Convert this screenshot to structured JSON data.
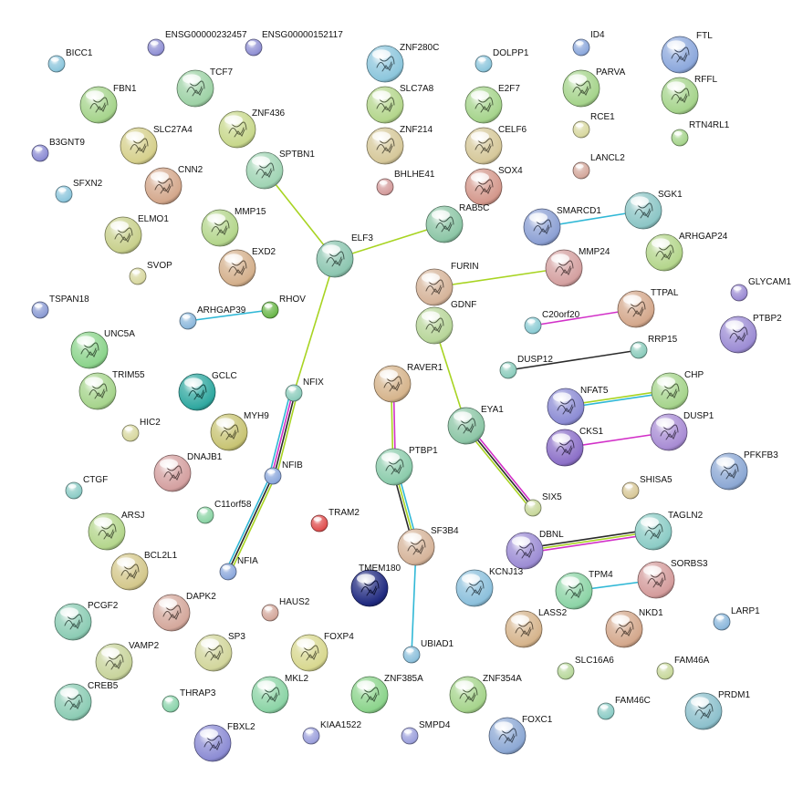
{
  "title": "STRING protein interaction network",
  "edge_colors": {
    "textmining": "#a8d422",
    "coexpression": "#2a2a2a",
    "database": "#30b8d6",
    "experimental": "#d230c8"
  },
  "nodes": [
    {
      "id": "BICC1",
      "label": "BICC1",
      "color": "#8cc6dc",
      "style": "plain"
    },
    {
      "id": "ENSG00000232457",
      "label": "ENSG00000232457",
      "color": "#9090d4",
      "style": "plain"
    },
    {
      "id": "ENSG00000152117",
      "label": "ENSG00000152117",
      "color": "#9090d4",
      "style": "plain"
    },
    {
      "id": "ZNF280C",
      "label": "ZNF280C",
      "color": "#8cc6dc",
      "style": "structure"
    },
    {
      "id": "DOLPP1",
      "label": "DOLPP1",
      "color": "#8cc6dc",
      "style": "plain"
    },
    {
      "id": "ID4",
      "label": "ID4",
      "color": "#8ca8dc",
      "style": "plain"
    },
    {
      "id": "FTL",
      "label": "FTL",
      "color": "#8ca8dc",
      "style": "structure"
    },
    {
      "id": "FBN1",
      "label": "FBN1",
      "color": "#a6d48c",
      "style": "structure"
    },
    {
      "id": "TCF7",
      "label": "TCF7",
      "color": "#9ed2a6",
      "style": "structure"
    },
    {
      "id": "SLC7A8",
      "label": "SLC7A8",
      "color": "#b4d68c",
      "style": "structure"
    },
    {
      "id": "E2F7",
      "label": "E2F7",
      "color": "#a6d48c",
      "style": "structure"
    },
    {
      "id": "PARVA",
      "label": "PARVA",
      "color": "#a6d48c",
      "style": "structure"
    },
    {
      "id": "RFFL",
      "label": "RFFL",
      "color": "#a6d48c",
      "style": "structure"
    },
    {
      "id": "B3GNT9",
      "label": "B3GNT9",
      "color": "#8c8cd4",
      "style": "plain"
    },
    {
      "id": "SLC27A4",
      "label": "SLC27A4",
      "color": "#d6d08c",
      "style": "structure"
    },
    {
      "id": "ZNF436",
      "label": "ZNF436",
      "color": "#c8d88c",
      "style": "structure"
    },
    {
      "id": "ZNF214",
      "label": "ZNF214",
      "color": "#d6c89a",
      "style": "structure"
    },
    {
      "id": "CELF6",
      "label": "CELF6",
      "color": "#d6c89a",
      "style": "structure"
    },
    {
      "id": "RCE1",
      "label": "RCE1",
      "color": "#d8d8a0",
      "style": "plain"
    },
    {
      "id": "RTN4RL1",
      "label": "RTN4RL1",
      "color": "#a6d48c",
      "style": "plain"
    },
    {
      "id": "SPTBN1",
      "label": "SPTBN1",
      "color": "#a0d4b4",
      "style": "structure"
    },
    {
      "id": "CNN2",
      "label": "CNN2",
      "color": "#d4a88c",
      "style": "structure"
    },
    {
      "id": "BHLHE41",
      "label": "BHLHE41",
      "color": "#d49c9c",
      "style": "plain"
    },
    {
      "id": "SOX4",
      "label": "SOX4",
      "color": "#d4988c",
      "style": "structure"
    },
    {
      "id": "LANCL2",
      "label": "LANCL2",
      "color": "#d4a89c",
      "style": "plain"
    },
    {
      "id": "SFXN2",
      "label": "SFXN2",
      "color": "#8cc6dc",
      "style": "plain"
    },
    {
      "id": "ELMO1",
      "label": "ELMO1",
      "color": "#c8d08c",
      "style": "structure"
    },
    {
      "id": "MMP15",
      "label": "MMP15",
      "color": "#b4d68c",
      "style": "structure"
    },
    {
      "id": "RAB5C",
      "label": "RAB5C",
      "color": "#8cc6a6",
      "style": "structure"
    },
    {
      "id": "SMARCD1",
      "label": "SMARCD1",
      "color": "#8ca0d4",
      "style": "structure"
    },
    {
      "id": "SGK1",
      "label": "SGK1",
      "color": "#8cc6c6",
      "style": "structure"
    },
    {
      "id": "ELF3",
      "label": "ELF3",
      "color": "#8cc6b0",
      "style": "structure"
    },
    {
      "id": "EXD2",
      "label": "EXD2",
      "color": "#d4b08c",
      "style": "structure"
    },
    {
      "id": "ARHGAP24",
      "label": "ARHGAP24",
      "color": "#b4d68c",
      "style": "structure"
    },
    {
      "id": "SVOP",
      "label": "SVOP",
      "color": "#d8d8a0",
      "style": "plain"
    },
    {
      "id": "FURIN",
      "label": "FURIN",
      "color": "#d6b49a",
      "style": "structure"
    },
    {
      "id": "MMP24",
      "label": "MMP24",
      "color": "#d4a0a0",
      "style": "structure"
    },
    {
      "id": "GLYCAM1",
      "label": "GLYCAM1",
      "color": "#9c8cd4",
      "style": "plain"
    },
    {
      "id": "TSPAN18",
      "label": "TSPAN18",
      "color": "#8c9cd4",
      "style": "plain"
    },
    {
      "id": "ARHGAP39",
      "label": "ARHGAP39",
      "color": "#8cb8dc",
      "style": "plain"
    },
    {
      "id": "RHOV",
      "label": "RHOV",
      "color": "#6cb84c",
      "style": "plain"
    },
    {
      "id": "TTPAL",
      "label": "TTPAL",
      "color": "#d4a88c",
      "style": "structure"
    },
    {
      "id": "C20orf20",
      "label": "C20orf20",
      "color": "#8cccd4",
      "style": "plain"
    },
    {
      "id": "GDNF",
      "label": "GDNF",
      "color": "#b8d69a",
      "style": "structure"
    },
    {
      "id": "PTBP2",
      "label": "PTBP2",
      "color": "#9c8cd4",
      "style": "structure"
    },
    {
      "id": "UNC5A",
      "label": "UNC5A",
      "color": "#8cd48c",
      "style": "structure"
    },
    {
      "id": "RRP15",
      "label": "RRP15",
      "color": "#8cccbc",
      "style": "plain"
    },
    {
      "id": "DUSP12",
      "label": "DUSP12",
      "color": "#8cccbc",
      "style": "plain"
    },
    {
      "id": "RAVER1",
      "label": "RAVER1",
      "color": "#d6b48c",
      "style": "structure"
    },
    {
      "id": "TRIM55",
      "label": "TRIM55",
      "color": "#a6d48c",
      "style": "structure"
    },
    {
      "id": "GCLC",
      "label": "GCLC",
      "color": "#30a8a0",
      "style": "structure"
    },
    {
      "id": "NFIX",
      "label": "NFIX",
      "color": "#8cccbc",
      "style": "plain"
    },
    {
      "id": "NFAT5",
      "label": "NFAT5",
      "color": "#8c8cd4",
      "style": "structure"
    },
    {
      "id": "CHP",
      "label": "CHP",
      "color": "#a6d48c",
      "style": "structure"
    },
    {
      "id": "EYA1",
      "label": "EYA1",
      "color": "#8cc6a6",
      "style": "structure"
    },
    {
      "id": "CKS1",
      "label": "CKS1",
      "color": "#8c70c8",
      "style": "structure"
    },
    {
      "id": "DUSP1",
      "label": "DUSP1",
      "color": "#a88cd4",
      "style": "structure"
    },
    {
      "id": "HIC2",
      "label": "HIC2",
      "color": "#d8d8a0",
      "style": "plain"
    },
    {
      "id": "MYH9",
      "label": "MYH9",
      "color": "#c8c474",
      "style": "structure"
    },
    {
      "id": "DNAJB1",
      "label": "DNAJB1",
      "color": "#d4a0a0",
      "style": "structure"
    },
    {
      "id": "NFIB",
      "label": "NFIB",
      "color": "#8ca8dc",
      "style": "plain"
    },
    {
      "id": "PTBP1",
      "label": "PTBP1",
      "color": "#8cccac",
      "style": "structure"
    },
    {
      "id": "PFKFB3",
      "label": "PFKFB3",
      "color": "#8ca8d4",
      "style": "structure"
    },
    {
      "id": "CTGF",
      "label": "CTGF",
      "color": "#8cccc6",
      "style": "plain"
    },
    {
      "id": "SHISA5",
      "label": "SHISA5",
      "color": "#d8c898",
      "style": "plain"
    },
    {
      "id": "SIX5",
      "label": "SIX5",
      "color": "#c8d89c",
      "style": "plain"
    },
    {
      "id": "ARSJ",
      "label": "ARSJ",
      "color": "#b4d68c",
      "style": "structure"
    },
    {
      "id": "C11orf58",
      "label": "C11orf58",
      "color": "#8cd4a6",
      "style": "plain"
    },
    {
      "id": "TRAM2",
      "label": "TRAM2",
      "color": "#e05050",
      "style": "plain"
    },
    {
      "id": "SF3B4",
      "label": "SF3B4",
      "color": "#d6b49a",
      "style": "structure"
    },
    {
      "id": "TAGLN2",
      "label": "TAGLN2",
      "color": "#8cccc6",
      "style": "structure"
    },
    {
      "id": "DBNL",
      "label": "DBNL",
      "color": "#9c8cd4",
      "style": "structure"
    },
    {
      "id": "BCL2L1",
      "label": "BCL2L1",
      "color": "#d4c88c",
      "style": "structure"
    },
    {
      "id": "NFIA",
      "label": "NFIA",
      "color": "#8ca8dc",
      "style": "plain"
    },
    {
      "id": "TMEM180",
      "label": "TMEM180",
      "color": "#202a80",
      "style": "structure"
    },
    {
      "id": "KCNJ13",
      "label": "KCNJ13",
      "color": "#8cc0dc",
      "style": "structure"
    },
    {
      "id": "SORBS3",
      "label": "SORBS3",
      "color": "#d49c9c",
      "style": "structure"
    },
    {
      "id": "TPM4",
      "label": "TPM4",
      "color": "#8cd4a6",
      "style": "structure"
    },
    {
      "id": "PCGF2",
      "label": "PCGF2",
      "color": "#8cccb4",
      "style": "structure"
    },
    {
      "id": "DAPK2",
      "label": "DAPK2",
      "color": "#d4a89c",
      "style": "structure"
    },
    {
      "id": "HAUS2",
      "label": "HAUS2",
      "color": "#d4a89c",
      "style": "plain"
    },
    {
      "id": "LASS2",
      "label": "LASS2",
      "color": "#d6b48c",
      "style": "structure"
    },
    {
      "id": "NKD1",
      "label": "NKD1",
      "color": "#d4a88c",
      "style": "structure"
    },
    {
      "id": "LARP1",
      "label": "LARP1",
      "color": "#8cb8dc",
      "style": "plain"
    },
    {
      "id": "VAMP2",
      "label": "VAMP2",
      "color": "#c8d49c",
      "style": "structure"
    },
    {
      "id": "SP3",
      "label": "SP3",
      "color": "#d2d69c",
      "style": "structure"
    },
    {
      "id": "FOXP4",
      "label": "FOXP4",
      "color": "#d8d890",
      "style": "structure"
    },
    {
      "id": "UBIAD1",
      "label": "UBIAD1",
      "color": "#8cc0dc",
      "style": "plain"
    },
    {
      "id": "SLC16A6",
      "label": "SLC16A6",
      "color": "#b8d89c",
      "style": "plain"
    },
    {
      "id": "FAM46A",
      "label": "FAM46A",
      "color": "#c8d89c",
      "style": "plain"
    },
    {
      "id": "CREB5",
      "label": "CREB5",
      "color": "#8cccb4",
      "style": "structure"
    },
    {
      "id": "THRAP3",
      "label": "THRAP3",
      "color": "#8cd4ac",
      "style": "plain"
    },
    {
      "id": "MKL2",
      "label": "MKL2",
      "color": "#8cd4a6",
      "style": "structure"
    },
    {
      "id": "ZNF385A",
      "label": "ZNF385A",
      "color": "#8cd48c",
      "style": "structure"
    },
    {
      "id": "ZNF354A",
      "label": "ZNF354A",
      "color": "#a6d48c",
      "style": "structure"
    },
    {
      "id": "FAM46C",
      "label": "FAM46C",
      "color": "#8cccc6",
      "style": "plain"
    },
    {
      "id": "PRDM1",
      "label": "PRDM1",
      "color": "#8cc0cc",
      "style": "structure"
    },
    {
      "id": "FBXL2",
      "label": "FBXL2",
      "color": "#8c8cd4",
      "style": "structure"
    },
    {
      "id": "KIAA1522",
      "label": "KIAA1522",
      "color": "#9ca0dc",
      "style": "plain"
    },
    {
      "id": "SMPD4",
      "label": "SMPD4",
      "color": "#9ca0dc",
      "style": "plain"
    },
    {
      "id": "FOXC1",
      "label": "FOXC1",
      "color": "#8ca8d4",
      "style": "structure"
    }
  ],
  "edges": [
    {
      "source": "SPTBN1",
      "target": "ELF3",
      "types": [
        "textmining"
      ]
    },
    {
      "source": "ELF3",
      "target": "RAB5C",
      "types": [
        "textmining"
      ]
    },
    {
      "source": "ELF3",
      "target": "NFIX",
      "types": [
        "textmining"
      ]
    },
    {
      "source": "SMARCD1",
      "target": "SGK1",
      "types": [
        "database"
      ]
    },
    {
      "source": "ARHGAP39",
      "target": "RHOV",
      "types": [
        "database"
      ]
    },
    {
      "source": "FURIN",
      "target": "MMP24",
      "types": [
        "textmining"
      ]
    },
    {
      "source": "GDNF",
      "target": "EYA1",
      "types": [
        "textmining"
      ]
    },
    {
      "source": "C20orf20",
      "target": "TTPAL",
      "types": [
        "experimental"
      ]
    },
    {
      "source": "DUSP12",
      "target": "RRP15",
      "types": [
        "coexpression"
      ]
    },
    {
      "source": "NFAT5",
      "target": "CHP",
      "types": [
        "textmining",
        "database"
      ]
    },
    {
      "source": "CKS1",
      "target": "DUSP1",
      "types": [
        "experimental"
      ]
    },
    {
      "source": "NFIX",
      "target": "NFIB",
      "types": [
        "textmining",
        "coexpression",
        "experimental",
        "database"
      ]
    },
    {
      "source": "NFIB",
      "target": "NFIA",
      "types": [
        "textmining",
        "coexpression",
        "database"
      ]
    },
    {
      "source": "RAVER1",
      "target": "PTBP1",
      "types": [
        "experimental",
        "textmining"
      ]
    },
    {
      "source": "PTBP1",
      "target": "SF3B4",
      "types": [
        "database",
        "textmining",
        "coexpression"
      ]
    },
    {
      "source": "EYA1",
      "target": "SIX5",
      "types": [
        "experimental",
        "coexpression",
        "textmining"
      ]
    },
    {
      "source": "DBNL",
      "target": "TAGLN2",
      "types": [
        "coexpression",
        "textmining",
        "experimental"
      ]
    },
    {
      "source": "TPM4",
      "target": "SORBS3",
      "types": [
        "database"
      ]
    },
    {
      "source": "SF3B4",
      "target": "UBIAD1",
      "types": [
        "database"
      ]
    }
  ]
}
